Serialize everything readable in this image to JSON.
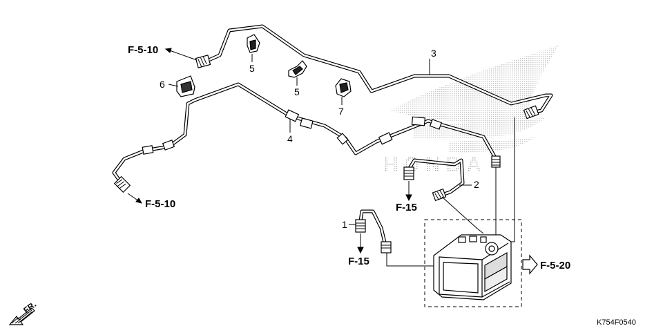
{
  "figure_code": "K754F0540",
  "callouts": {
    "p1": "1",
    "p2": "2",
    "p3": "3",
    "p4": "4",
    "p5a": "5",
    "p5b": "5",
    "p6": "6",
    "p7": "7"
  },
  "references": {
    "top_left": "F-5-10",
    "bottom_left": "F-5-10",
    "mid": "F-15",
    "lower": "F-15",
    "abs_unit": "F-5-20"
  },
  "direction_label": "FR.",
  "watermark": "HONDA"
}
